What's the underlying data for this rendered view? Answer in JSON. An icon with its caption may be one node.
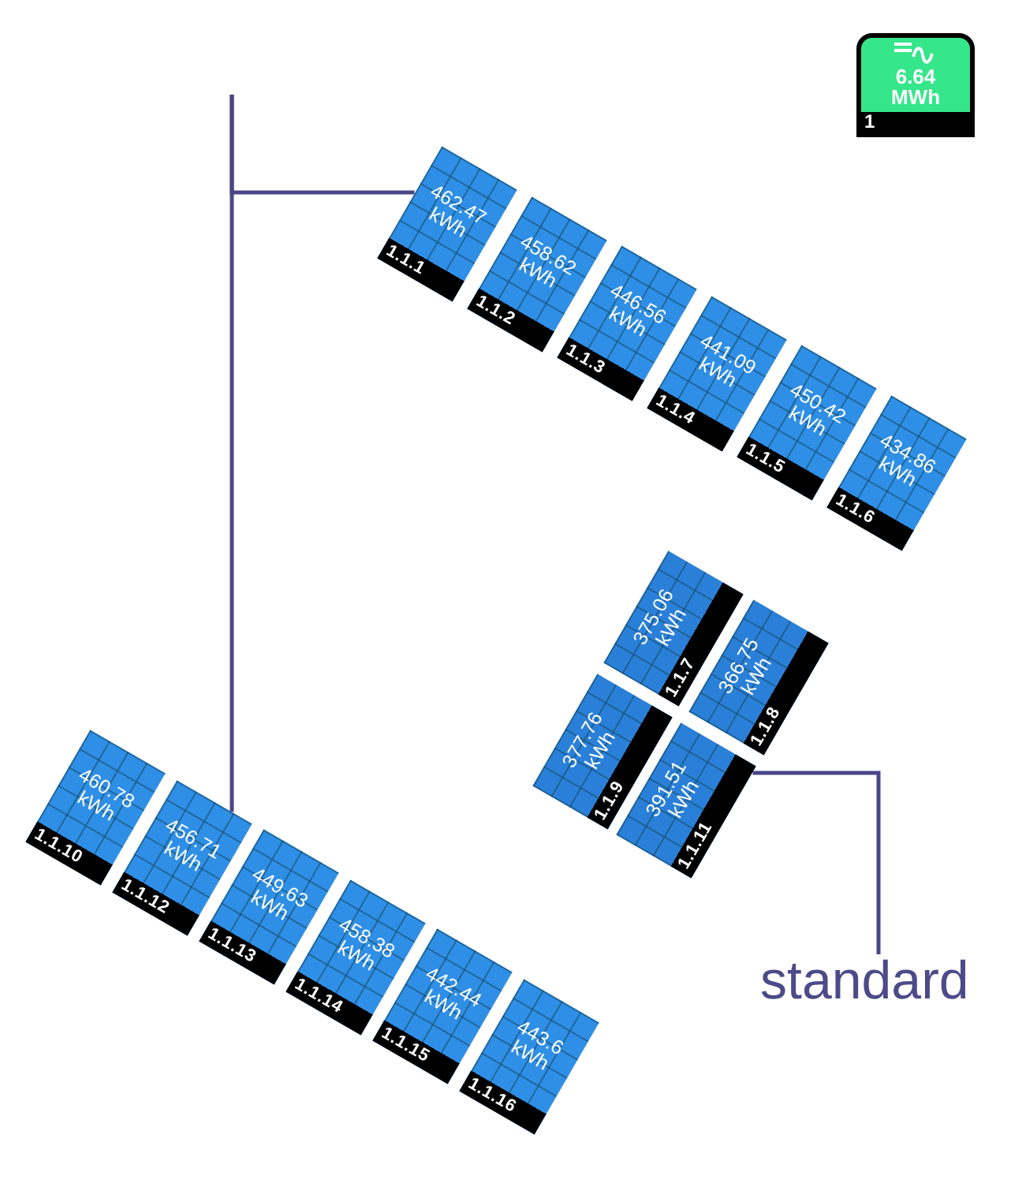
{
  "diagram": {
    "nodes": [
      {
        "text": [
          "6.64 MWh",
          "1"
        ]
      },
      {
        "text": [
          "462.47 kWh",
          "1.1.1"
        ]
      },
      {
        "text": [
          "458.62 kWh",
          "1.1.2"
        ]
      },
      {
        "text": [
          "446.56 kWh",
          "1.1.3"
        ]
      },
      {
        "text": [
          "441.09 kWh",
          "1.1.4"
        ]
      },
      {
        "text": [
          "450.42 kWh",
          "1.1.5"
        ]
      },
      {
        "text": [
          "434.86 kWh",
          "1.1.6"
        ]
      },
      {
        "text": [
          "375.06 kWh",
          "1.1.7"
        ]
      },
      {
        "text": [
          "366.75 kWh",
          "1.1.8"
        ]
      },
      {
        "text": [
          "377.76 kWh",
          "1.1.9"
        ]
      },
      {
        "text": [
          "391.51 kWh",
          "1.1.11"
        ]
      },
      {
        "text": [
          "460.78 kWh",
          "1.1.10"
        ]
      },
      {
        "text": [
          "456.71 kWh",
          "1.1.12"
        ]
      },
      {
        "text": [
          "449.63 kWh",
          "1.1.13"
        ]
      },
      {
        "text": [
          "458.38 kWh",
          "1.1.14"
        ]
      },
      {
        "text": [
          "442.44 kWh",
          "1.1.15"
        ]
      },
      {
        "text": [
          "443.6 kWh",
          "1.1.16"
        ]
      },
      {
        "text": [
          "standard"
        ]
      }
    ],
    "edges": [
      {
        "from": null,
        "to": 1,
        "arrow": "none"
      },
      {
        "from": null,
        "to": 12,
        "arrow": "none"
      },
      {
        "from": 17,
        "to": 10,
        "arrow": "none"
      }
    ]
  }
}
